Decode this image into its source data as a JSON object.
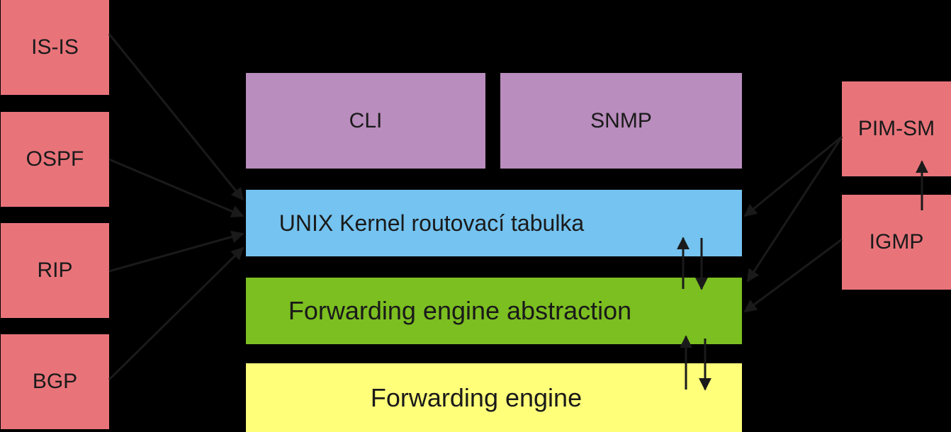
{
  "protocols_left": {
    "isis": "IS-IS",
    "ospf": "OSPF",
    "rip": "RIP",
    "bgp": "BGP"
  },
  "management": {
    "cli": "CLI",
    "snmp": "SNMP"
  },
  "layers": {
    "kernel": "UNIX Kernel routovací tabulka",
    "forwarding_abstraction": "Forwarding engine abstraction",
    "forwarding_engine": "Forwarding engine"
  },
  "protocols_right": {
    "pimsm": "PIM-SM",
    "igmp": "IGMP"
  },
  "colors": {
    "background": "#000000",
    "protocol": "#e8747a",
    "management": "#b98dbd",
    "kernel": "#74c3f0",
    "forwarding_abstraction": "#7cbf20",
    "forwarding_engine": "#ffff7a",
    "arrow_dark": "#1a1a1a",
    "arrow_light": "#ffffff"
  }
}
